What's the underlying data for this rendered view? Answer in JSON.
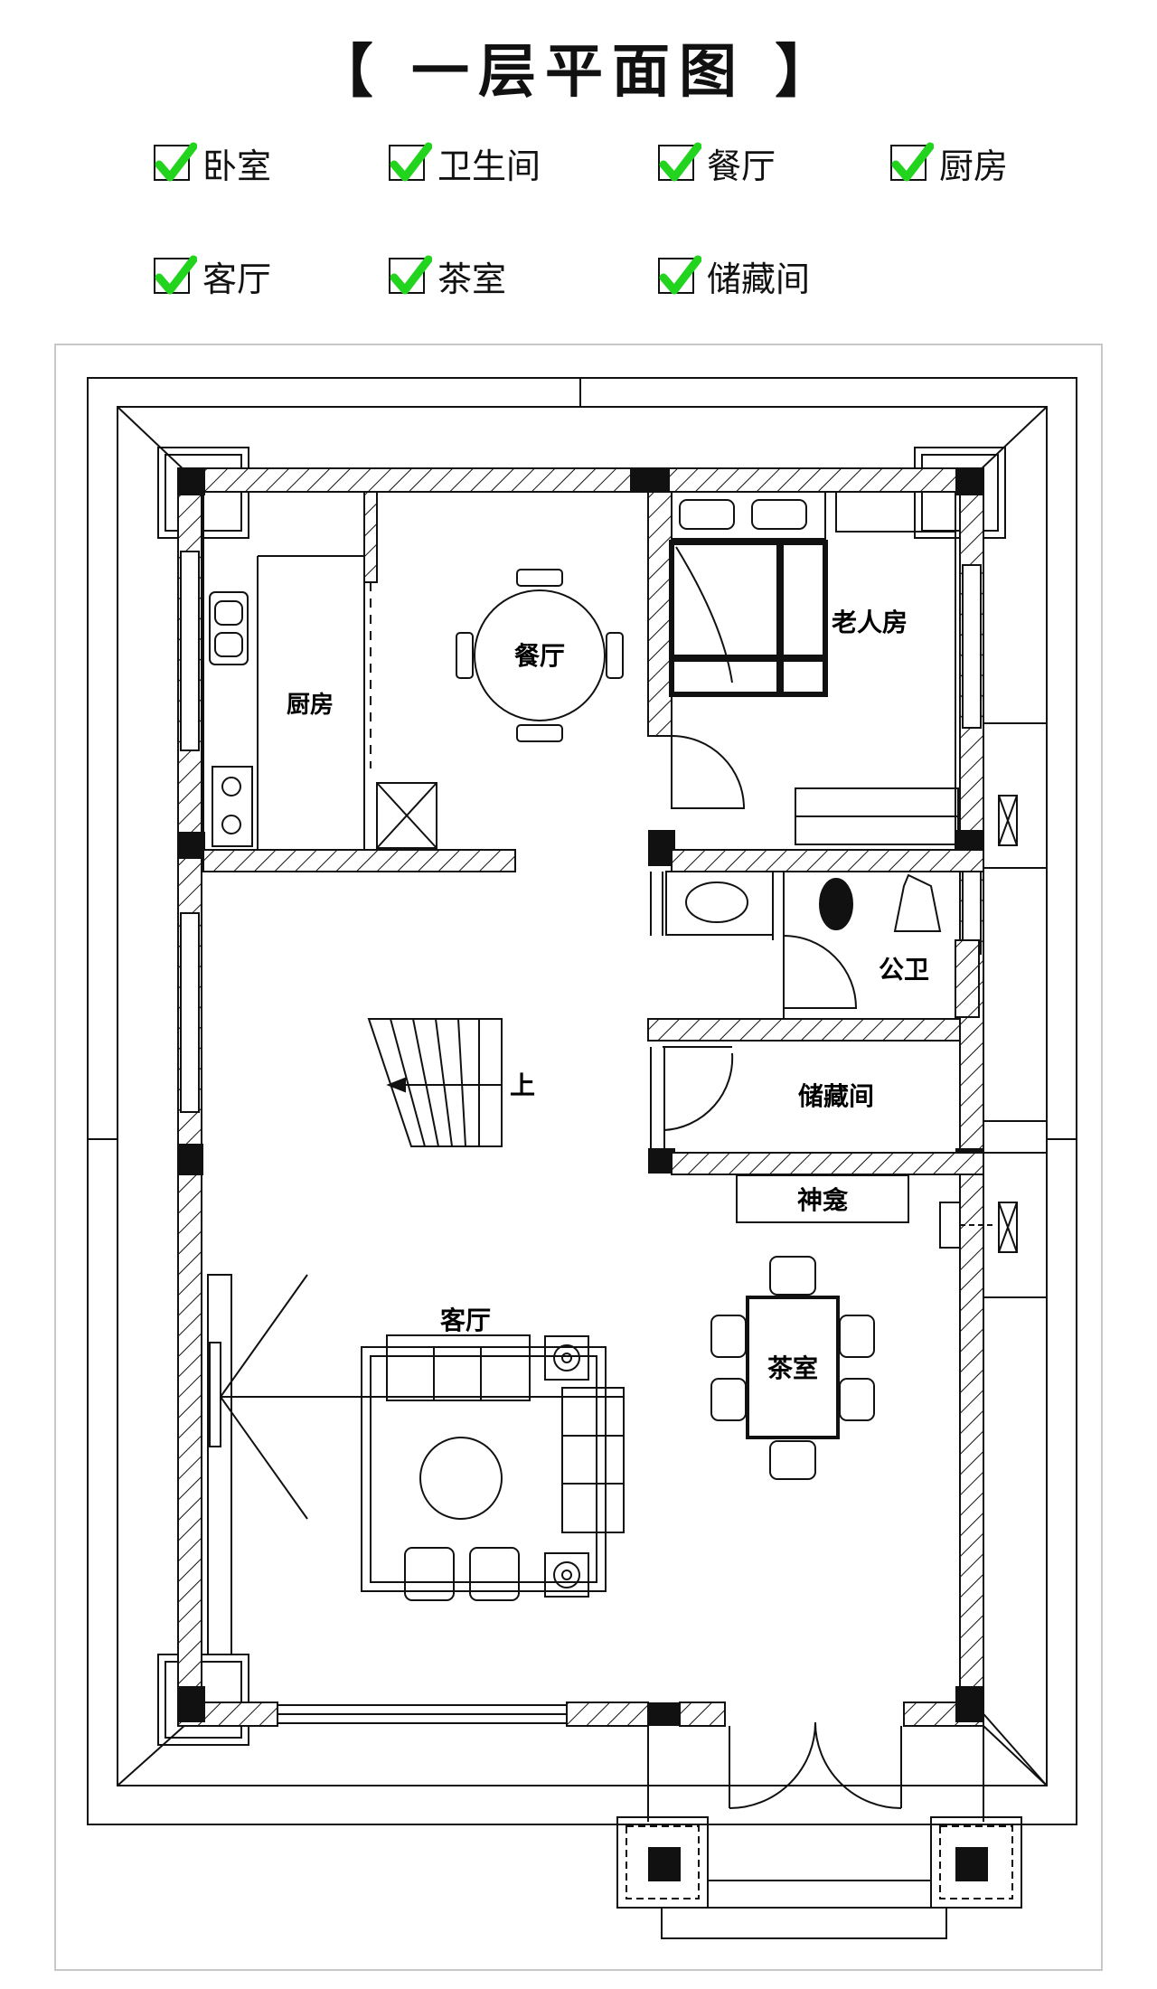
{
  "title": "【 一层平面图 】",
  "legend": [
    {
      "label": "卧室"
    },
    {
      "label": "卫生间"
    },
    {
      "label": "餐厅"
    },
    {
      "label": "厨房"
    },
    {
      "label": "客厅"
    },
    {
      "label": "茶室"
    },
    {
      "label": "储藏间"
    }
  ],
  "rooms": {
    "kitchen": "厨房",
    "dining": "餐厅",
    "elder_room": "老人房",
    "public_bath": "公卫",
    "storage": "储藏间",
    "shrine": "神龛",
    "living": "客厅",
    "tea_room": "茶室",
    "stair_up": "上"
  },
  "colors": {
    "check_green": "#22d41e",
    "wall": "#111111",
    "frame": "#c8c8c8"
  }
}
